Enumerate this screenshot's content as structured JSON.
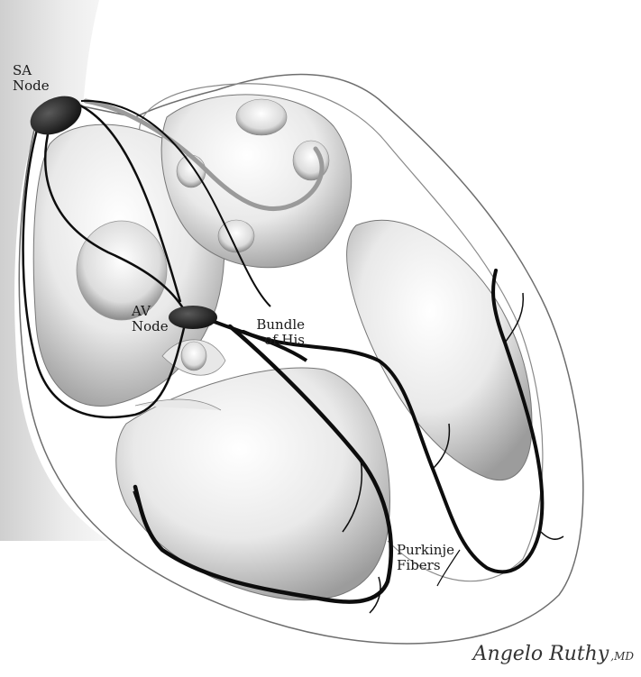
{
  "labels": {
    "sa_node": [
      "SA",
      "Node"
    ],
    "av_node": [
      "AV",
      "Node"
    ],
    "bundle_of_his": [
      "Bundle",
      "of His"
    ],
    "purkinje_fibers": [
      "Purkinje",
      "Fibers"
    ]
  },
  "signature": {
    "name": "Angelo Ruthy",
    "suffix": ",MD"
  },
  "colors": {
    "conduction_path": "#0d0d0d",
    "node_fill": "#2b2b2b",
    "outline": "#6e6e6e",
    "chamber_shade": "#d4d4d4",
    "vessel_shade": "#e6e6e6"
  }
}
